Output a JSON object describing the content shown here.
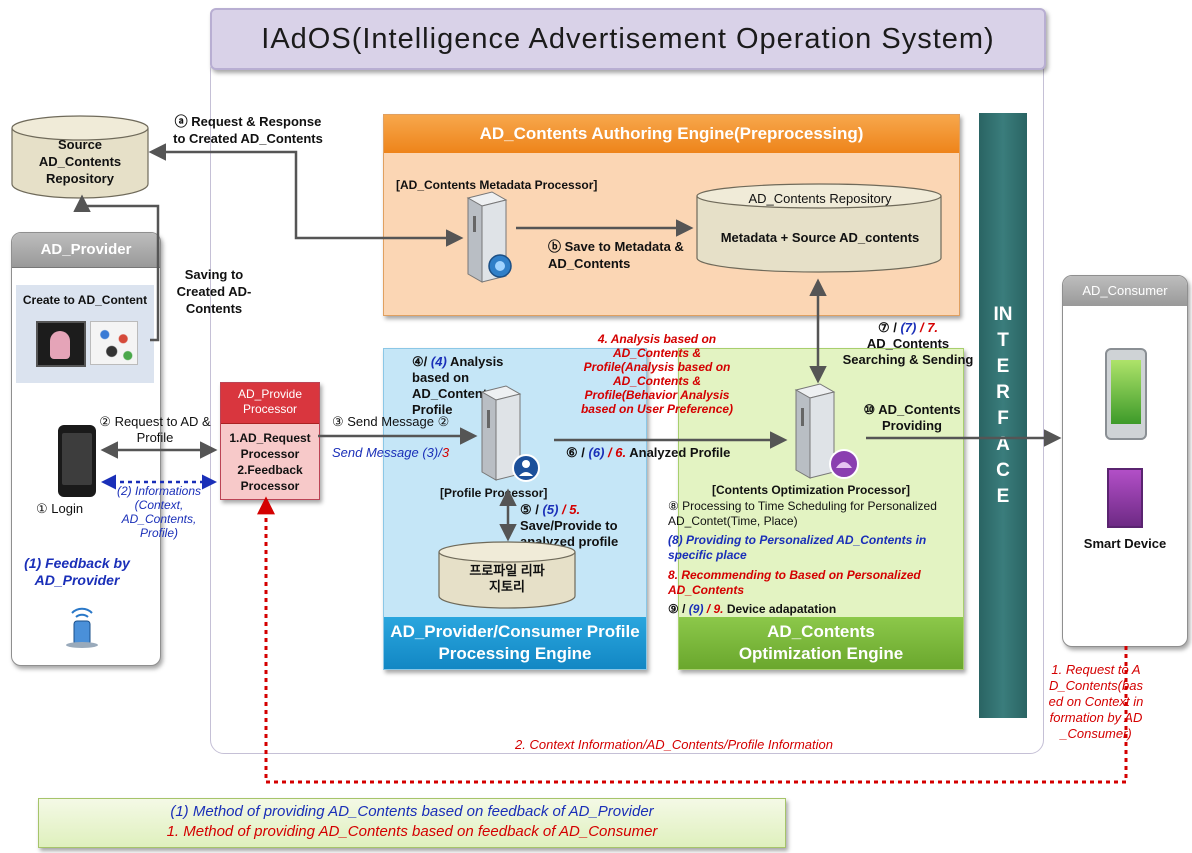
{
  "title": "IAdOS(Intelligence Advertisement Operation System)",
  "source_repo": "Source AD_Contents Repository",
  "step_a": "ⓐ Request & Response to Created AD_Contents",
  "provider": {
    "title": "AD_Provider",
    "create": "Create to AD_Content",
    "login": "① Login",
    "feedback": "(1) Feedback by AD_Provider"
  },
  "saving_label": "Saving to Created AD-Contents",
  "step_2_request": "② Request to AD & Profile",
  "step_2_info": "(2) Informations (Context, AD_Contents, Profile)",
  "provide_processor": {
    "title": "AD_Provide Processor",
    "body": "1.AD_Request Processor 2.Feedback Processor"
  },
  "step_3_send": "③ Send Message ②",
  "step_3_send_italic_blue": "Send Message (3)/",
  "step_3_send_italic_red": "3",
  "authoring": {
    "title": "AD_Contents Authoring Engine(Preprocessing)",
    "metadata_processor": "[AD_Contents Metadata Processor]",
    "repo_title": "AD_Contents Repository",
    "repo_body": "Metadata  + Source AD_contents",
    "step_b": "ⓑ Save to Metadata & AD_Contents"
  },
  "profile_engine": {
    "title": "AD_Provider/Consumer Profile Processing Engine",
    "step_4": "④/",
    "step_4_blue": "(4)",
    "step_4_text": "Analysis based on AD_Contents & Profile",
    "processor": "[Profile Processor]",
    "step_5_a": "⑤ /",
    "step_5_b": "(5)",
    "step_5_c": "/ 5.",
    "step_5_text": "Save/Provide to analyzed profile",
    "repo_label": "프로파일 리파지토리"
  },
  "red_analysis": "4. Analysis based on AD_Contents & Profile(Analysis based on AD_Contents & Profile(Behavior Analysis based on User Preference)",
  "step_6": {
    "a": "⑥ /",
    "b": "(6)",
    "c": "/ 6.",
    "text": "Analyzed Profile"
  },
  "step_7": {
    "a": "⑦   /",
    "b": "(7)",
    "c": "/ 7.",
    "text": "AD_Contents Searching & Sending"
  },
  "optimization": {
    "title": "AD_Contents Optimization Engine",
    "processor": "[Contents Optimization Processor]",
    "step_10": "⑩ AD_Contents Providing",
    "step_8_black": "⑧ Processing to Time Scheduling for Personalized AD_Contet(Time, Place)",
    "step_8_blue": "(8) Providing to Personalized AD_Contents in specific place",
    "step_8_red": "8. Recommending to Based on Personalized AD_Contents",
    "step_9_a": "⑨ /",
    "step_9_b": "(9)",
    "step_9_c": "/ 9.",
    "step_9_text": "Device adapatation"
  },
  "interface_label": "INTERFACE",
  "consumer": {
    "title": "AD_Consumer",
    "device": "Smart Device"
  },
  "request_red": "1. Request to AD_Contents(based on Context information by AD_Consumer)",
  "context_red": "2. Context Information/AD_Contents/Profile Information",
  "legend": {
    "line1": "(1) Method of providing AD_Contents based on feedback of AD_Provider",
    "line2": "1.  Method of providing AD_Contents based on feedback of AD_Consumer"
  },
  "colors": {
    "title_bg": "#d9d2e8",
    "authoring_bg": "#fbd6b4",
    "authoring_header": "#f08a1e",
    "profile_bg": "#c5e6f7",
    "profile_header": "#1f9ad6",
    "optim_bg": "#e3f3c2",
    "optim_header": "#7cba3b",
    "interface": "#2f6f6e",
    "provider_header": "#a9a9a9",
    "provide_proc": "#d9363e",
    "red": "#d40000",
    "blue": "#1a2fb8"
  }
}
